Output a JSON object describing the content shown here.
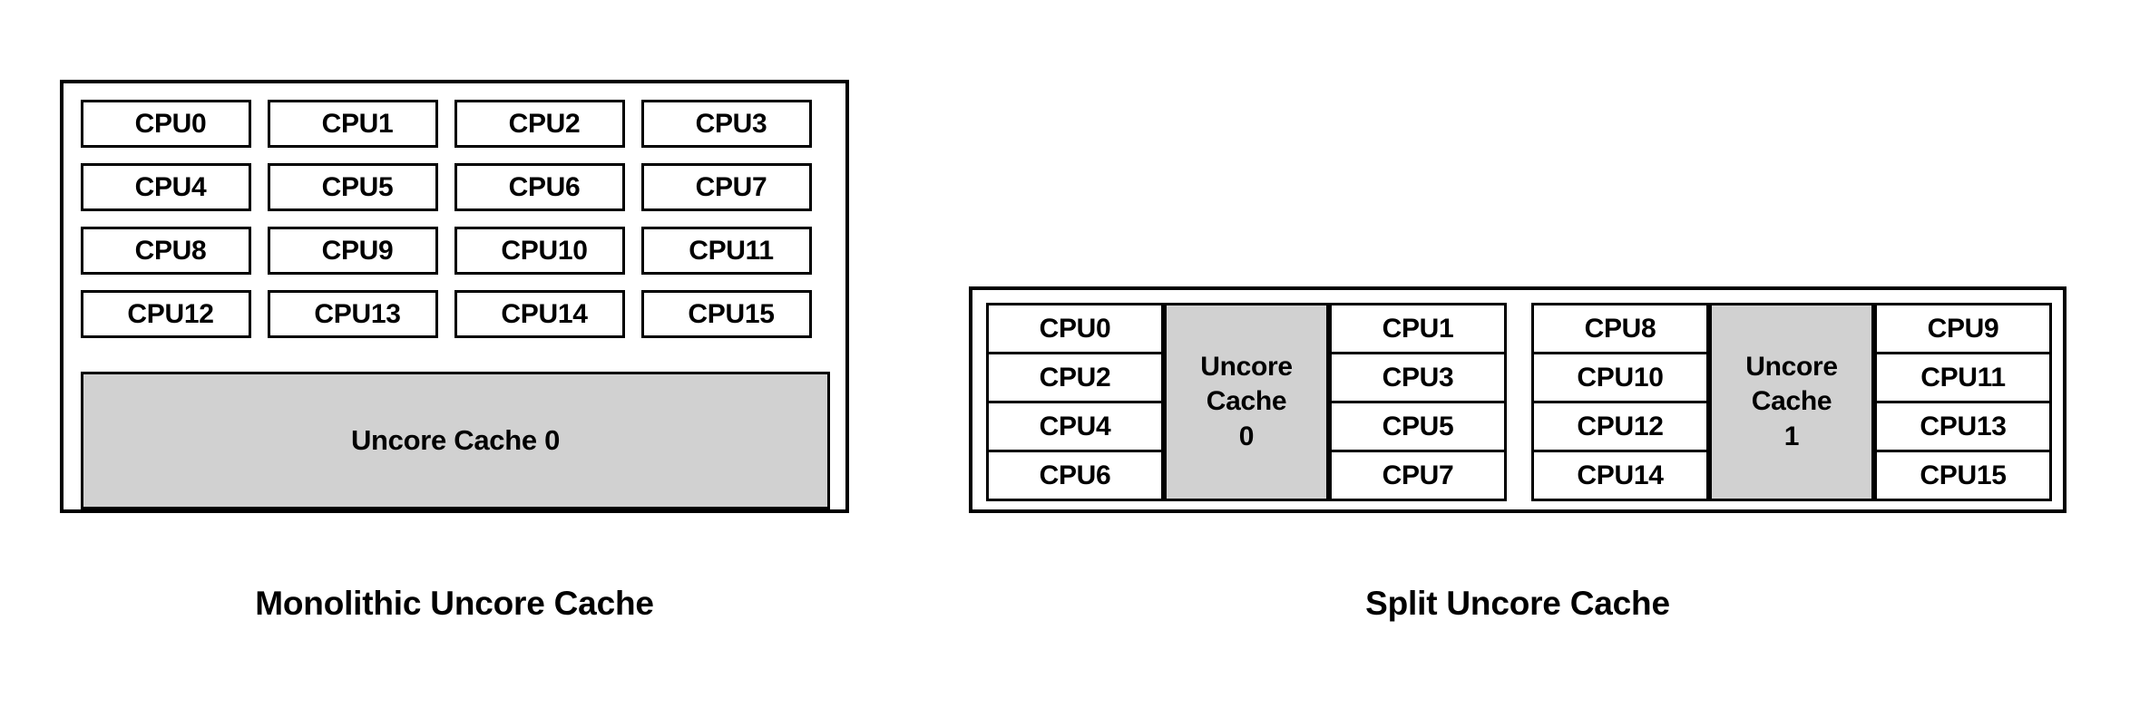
{
  "diagrams": [
    {
      "id": "monolithic",
      "caption": "Monolithic Uncore Cache",
      "cpus": [
        "CPU0",
        "CPU1",
        "CPU2",
        "CPU3",
        "CPU4",
        "CPU5",
        "CPU6",
        "CPU7",
        "CPU8",
        "CPU9",
        "CPU10",
        "CPU11",
        "CPU12",
        "CPU13",
        "CPU14",
        "CPU15"
      ],
      "cache_label": "Uncore Cache 0"
    },
    {
      "id": "split",
      "caption": "Split Uncore Cache",
      "clusters": [
        {
          "left_cpus": [
            "CPU0",
            "CPU2",
            "CPU4",
            "CPU6"
          ],
          "cache_line1": "Uncore",
          "cache_line2": "Cache",
          "cache_line3": "0",
          "right_cpus": [
            "CPU1",
            "CPU3",
            "CPU5",
            "CPU7"
          ]
        },
        {
          "left_cpus": [
            "CPU8",
            "CPU10",
            "CPU12",
            "CPU14"
          ],
          "cache_line1": "Uncore",
          "cache_line2": "Cache",
          "cache_line3": "1",
          "right_cpus": [
            "CPU9",
            "CPU11",
            "CPU13",
            "CPU15"
          ]
        }
      ]
    }
  ],
  "colors": {
    "cache_fill": "#d1d1d1",
    "border": "#000000",
    "background": "#ffffff",
    "text": "#000000"
  }
}
